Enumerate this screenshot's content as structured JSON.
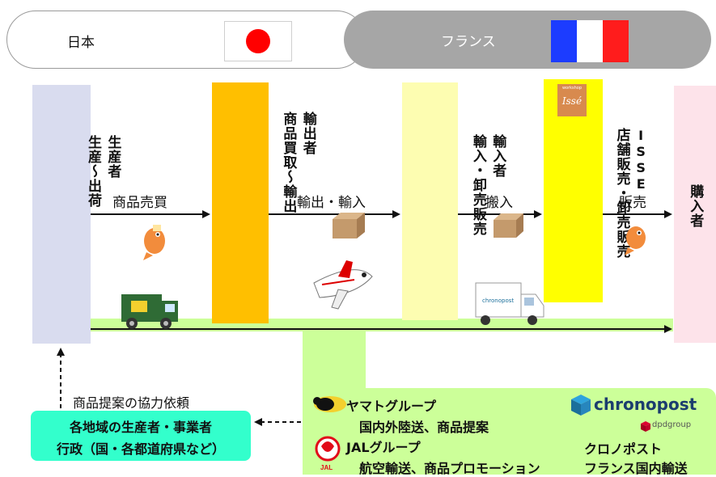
{
  "header": {
    "japan_label": "日本",
    "france_label": "フランス"
  },
  "stages": {
    "producer": {
      "line1": "生産者",
      "line2": "生産〜出荷"
    },
    "exporter": {
      "line1": "輸出者",
      "line2": "商品買取〜輸出"
    },
    "importer": {
      "line1": "輸入者",
      "line2": "輸入・卸売販売"
    },
    "isse": {
      "line1": "ISSE",
      "line2": "店舗販売・卸売販売",
      "logo_top": "workshop",
      "logo_text": "Issé"
    },
    "buyer": {
      "line1": "購入者"
    }
  },
  "flows": {
    "trade": "商品売買",
    "export_import": "輸出・輸入",
    "delivery": "搬入",
    "sales": "販売"
  },
  "bottom": {
    "cooperation_request": "商品提案の協力依頼",
    "regional_line1": "各地域の生産者・事業者",
    "regional_line2": "行政（国・各都道府県など）"
  },
  "partners": {
    "yamato_title": "ヤマトグループ",
    "yamato_desc": "国内外陸送、商品提案",
    "jal_title": "JALグループ",
    "jal_desc": "航空輸送、商品プロモーション",
    "chronopost_brand": "chronopost",
    "dpd_brand": "dpdgroup",
    "chronopost_title": "クロノポスト",
    "chronopost_desc": "フランス国内輸送",
    "jal_logo_text": "JAL",
    "truck_brand": "chronopost"
  },
  "colors": {
    "producer_box": "#d9dcef",
    "exporter_box": "#ffbf00",
    "importer_box": "#fdfdb1",
    "isse_box": "#ffff00",
    "buyer_box": "#fde3ea",
    "partner_panel": "#ccff99",
    "regional_box": "#33ffcc",
    "france_pill": "#a6a6a6"
  }
}
